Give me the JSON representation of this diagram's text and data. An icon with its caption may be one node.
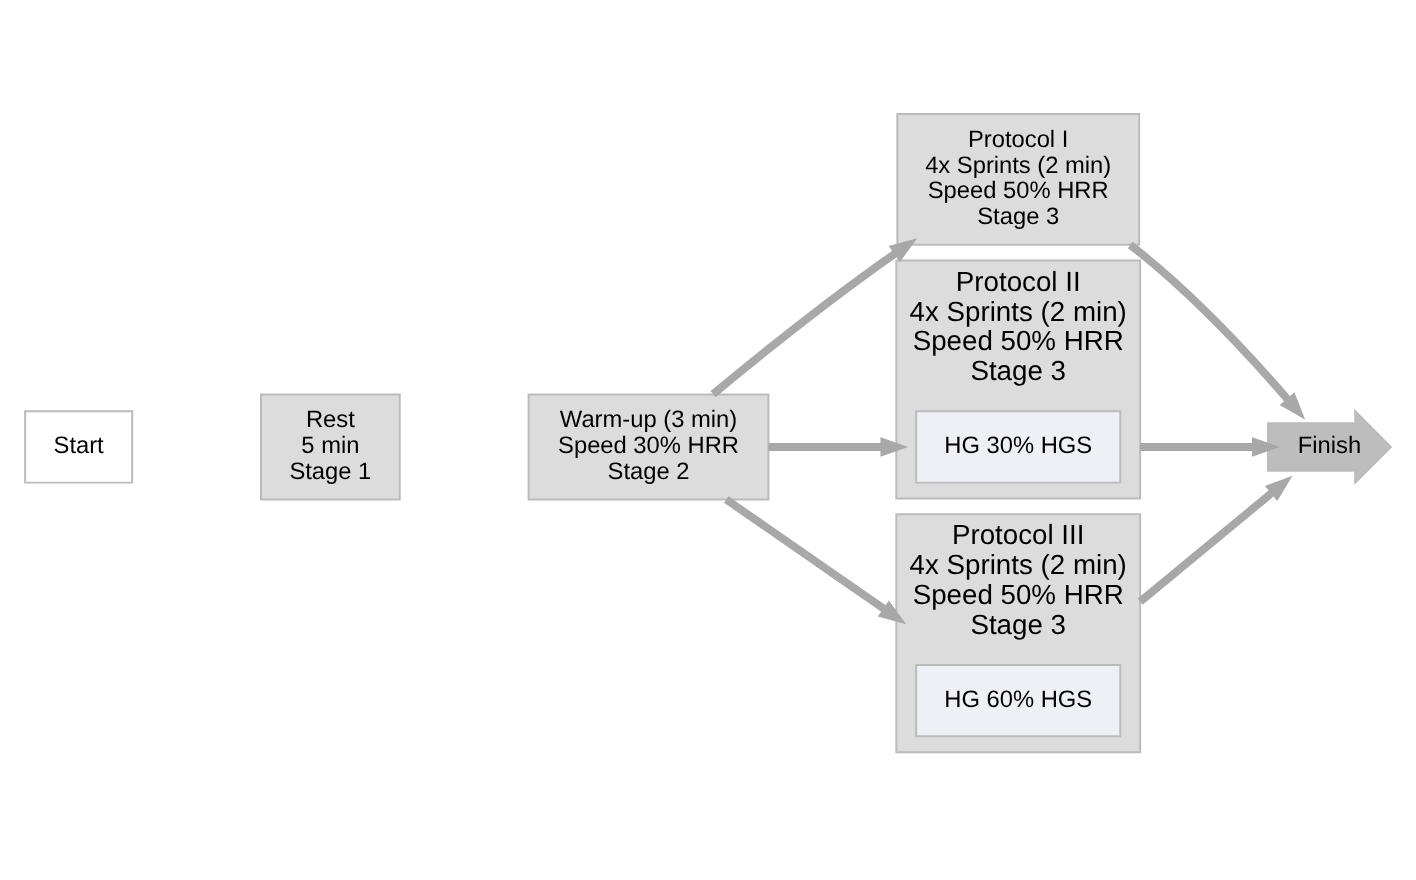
{
  "diagram": {
    "nodes": [
      {
        "text": [
          "Start"
        ]
      },
      {
        "text": [
          "Rest",
          "5 min",
          "Stage 1"
        ]
      },
      {
        "text": [
          "Warm-up (3 min)",
          "Speed 30% HRR",
          "Stage 2"
        ]
      },
      {
        "text": [
          "Protocol I",
          "4x Sprints (2 min)",
          "Speed 50% HRR",
          "Stage 3"
        ]
      },
      {
        "text": [
          "Protocol II",
          "4x Sprints (2 min)",
          "Speed 50% HRR",
          "Stage 3"
        ]
      },
      {
        "text": [
          "HG 30% HGS"
        ],
        "in": 4
      },
      {
        "text": [
          "Protocol III",
          "4x Sprints (2 min)",
          "Speed 50% HRR",
          "Stage 3"
        ]
      },
      {
        "text": [
          "HG 60% HGS"
        ],
        "in": 6
      },
      {
        "text": [
          "Finish"
        ]
      }
    ],
    "edges": [
      {
        "from": 2,
        "to": 3,
        "arrow": "to"
      },
      {
        "from": 2,
        "to": 4,
        "arrow": "to"
      },
      {
        "from": 2,
        "to": 6,
        "arrow": "to"
      },
      {
        "from": 3,
        "to": 8,
        "arrow": "to"
      },
      {
        "from": 4,
        "to": 8,
        "arrow": "to"
      },
      {
        "from": 6,
        "to": 8,
        "arrow": "to"
      }
    ]
  }
}
